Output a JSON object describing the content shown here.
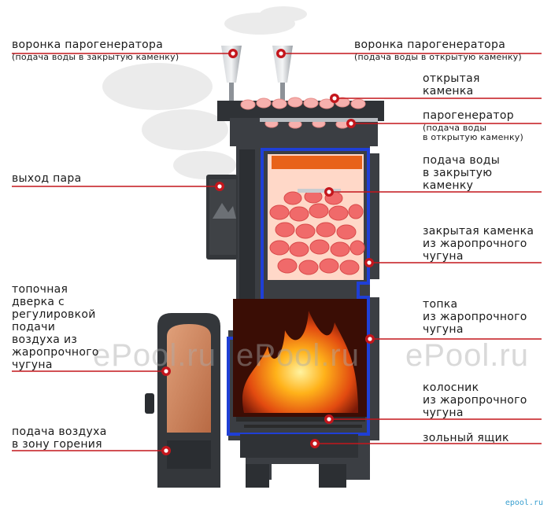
{
  "labels": {
    "funnel_closed": "воронка парогенератора",
    "funnel_closed_sub": "(подача воды в закрытую каменку)",
    "funnel_open": "воронка парогенератора",
    "funnel_open_sub": "(подача воды в открытую каменку)",
    "open_heater": "открытая\nкаменка",
    "steam_generator": "парогенератор",
    "steam_generator_sub": "(подача воды\nв открытую каменку)",
    "steam_outlet": "выход пара",
    "water_closed": "подача воды\nв закрытую\nкаменку",
    "closed_heater": "закрытая каменка\nиз жаропрочного\nчугуна",
    "firebox_door": "топочная\nдверка с\nрегулировкой\nподачи\nвоздуха из\nжаропрочного\nчугуна",
    "firebox": "топка\nиз жаропрочного\nчугуна",
    "grate": "колосник\nиз жаропрочного\nчугуна",
    "ash_box": "зольный ящик",
    "air_supply": "подача воздуха\nв зону горения"
  },
  "watermark": "ePool.ru",
  "corner_mark": "epool.ru",
  "colors": {
    "leader": "#c4161c",
    "marker": "#c4161c",
    "cast_iron": "#3b3e43",
    "insulation": "#1f3fd6",
    "stone": "#f06a6a",
    "fire": "#f39a16"
  }
}
